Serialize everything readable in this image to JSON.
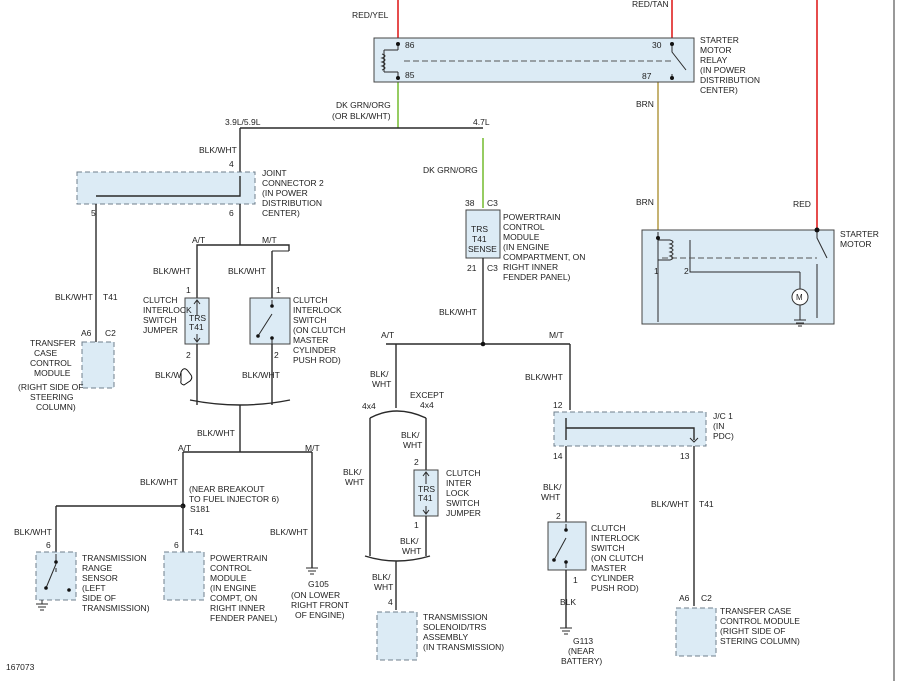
{
  "labels": {
    "redyel": "RED/YEL",
    "redtan": "RED/TAN",
    "pin86": "86",
    "pin85": "85",
    "pin30": "30",
    "pin87": "87",
    "relay": [
      "STARTER",
      "MOTOR",
      "RELAY",
      "(IN POWER",
      "DISTRIBUTION",
      "CENTER)"
    ],
    "dkgrn_or": [
      "DK GRN/ORG",
      "(OR BLK/WHT)"
    ],
    "v39": "3.9L/5.9L",
    "v47": "4.7L",
    "brn_top": "BRN",
    "brn_mid": "BRN",
    "red_right": "RED",
    "starter": [
      "STARTER",
      "MOTOR"
    ],
    "st_pin1": "1",
    "st_pin2": "2",
    "blkwht_4": "BLK/WHT",
    "jc2_pin4": "4",
    "jc2_pin5": "5",
    "jc2_pin6": "6",
    "jc2": [
      "JOINT",
      "CONNECTOR 2",
      "(IN POWER",
      "DISTRIBUTION",
      "CENTER)"
    ],
    "at1": "A/T",
    "mt1": "M/T",
    "blkwht_l1": "BLK/WHT",
    "blkwht_l2": "BLK/WHT",
    "trs_jumper": [
      "CLUTCH",
      "INTERLOCK",
      "SWITCH",
      "JUMPER"
    ],
    "trs_text": [
      "TRS",
      "T41"
    ],
    "j1_p1": "1",
    "j1_p2": "2",
    "cis1": [
      "CLUTCH",
      "INTERLOCK",
      "SWITCH",
      "(ON CLUTCH",
      "MASTER",
      "CYLINDER",
      "PUSH ROD)"
    ],
    "cis1_p1": "1",
    "cis1_p2": "2",
    "blkw_a": "BLK/W",
    "blkwht_b": "BLK/WHT",
    "blkwht_t41": "BLK/WHT",
    "t41_a": "T41",
    "a6_a": "A6",
    "c2_a": "C2",
    "tccm_l": [
      "TRANSFER",
      "CASE",
      "CONTROL",
      "MODULE",
      "(RIGHT SIDE OF",
      "STEERING",
      "COLUMN)"
    ],
    "dkgrn2": "DK GRN/ORG",
    "pin38": "38",
    "c3a": "C3",
    "pin21": "21",
    "c3b": "C3",
    "pcm_trs": [
      "TRS",
      "T41",
      "SENSE"
    ],
    "pcm": [
      "POWERTRAIN",
      "CONTROL",
      "MODULE",
      "(IN ENGINE",
      "COMPARTMENT, ON",
      "RIGHT INNER",
      "FENDER PANEL)"
    ],
    "blkwht_mid": "BLK/WHT",
    "at2": "A/T",
    "mt2": "M/T",
    "blkw_c": [
      "BLK/",
      "WHT"
    ],
    "x4": "4x4",
    "except": [
      "EXCEPT",
      "4x4"
    ],
    "blkwht_mt": "BLK/WHT",
    "jc1_pin12": "12",
    "jc1_pin14": "14",
    "jc1_pin13": "13",
    "jc1": [
      "J/C 1",
      "(IN",
      "PDC)"
    ],
    "blkwht_mid2": "BLK/WHT",
    "at3": "A/T",
    "mt3": "M/T",
    "blkwht_s": "BLK/WHT",
    "s181": [
      "(NEAR BREAKOUT",
      "TO FUEL INJECTOR 6)"
    ],
    "s181n": "S181",
    "t41_b": "T41",
    "blkwht_c": "BLK/WHT",
    "pin6a": "6",
    "pin6b": "6",
    "trs_sensor": [
      "TRANSMISSION",
      "RANGE",
      "SENSOR",
      "(LEFT",
      "SIDE OF",
      "TRANSMISSION)"
    ],
    "pcm2": [
      "POWERTRAIN",
      "CONTROL",
      "MODULE",
      "(IN ENGINE",
      "COMPT, ON",
      "RIGHT INNER",
      "FENDER PANEL)"
    ],
    "blkwht_g": "BLK/WHT",
    "g105": [
      "G105",
      "(ON LOWER",
      "RIGHT FRONT",
      "OF ENGINE)"
    ],
    "blkw_d": [
      "BLK/",
      "WHT"
    ],
    "blkw_e": [
      "BLK/",
      "WHT"
    ],
    "cis2": [
      "CLUTCH",
      "INTER",
      "LOCK",
      "SWITCH",
      "JUMPER"
    ],
    "cis2_p1": "1",
    "cis2_p2": "2",
    "blkw_f": [
      "BLK/",
      "WHT"
    ],
    "pin4b": "4",
    "tsa": [
      "TRANSMISSION",
      "SOLENOID/TRS",
      "ASSEMBLY",
      "(IN TRANSMISSION)"
    ],
    "blkw_g": [
      "BLK/",
      "WHT"
    ],
    "cis3_p2": "2",
    "cis3_p1": "1",
    "cis3": [
      "CLUTCH",
      "INTERLOCK",
      "SWITCH",
      "(ON CLUTCH",
      "MASTER",
      "CYLINDER",
      "PUSH ROD)"
    ],
    "blk": "BLK",
    "g113": [
      "G113",
      "(NEAR",
      "BATTERY)"
    ],
    "blkwht_t41b": "BLK/WHT",
    "t41_c": "T41",
    "a6_b": "A6",
    "c2_b": "C2",
    "tccm_r": [
      "TRANSFER CASE",
      "CONTROL MODULE",
      "(RIGHT SIDE OF",
      "STERING COLUMN)"
    ],
    "fig": "167073"
  },
  "colors": {
    "red": "#e02020",
    "brown_wire": "#b8a050",
    "green_wire": "#7bbf3a",
    "box_fill": "#dcebf5"
  }
}
